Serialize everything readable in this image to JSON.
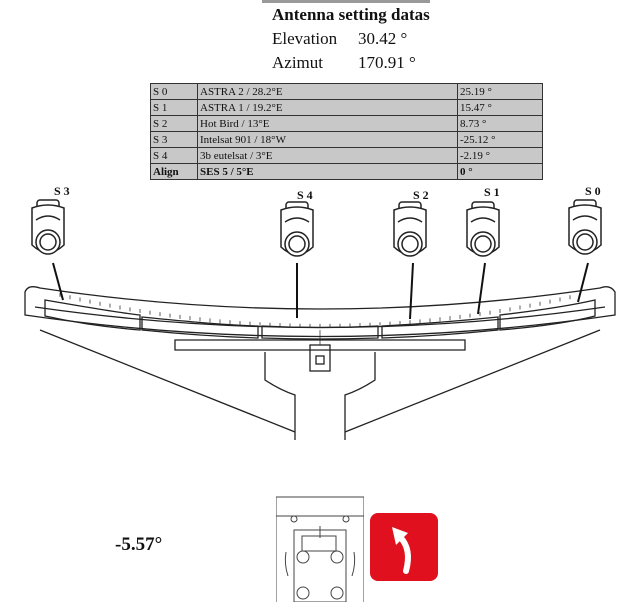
{
  "header": {
    "title": "Antenna setting datas"
  },
  "settings": [
    {
      "label": "Elevation",
      "value": "30.42 °"
    },
    {
      "label": "Azimut",
      "value": "170.91 °"
    }
  ],
  "satellites": [
    {
      "slot": "S 0",
      "name": "ASTRA 2 / 28.2°E",
      "angle": "25.19 °"
    },
    {
      "slot": "S 1",
      "name": "ASTRA 1 / 19.2°E",
      "angle": "15.47 °"
    },
    {
      "slot": "S 2",
      "name": "Hot Bird / 13°E",
      "angle": "8.73 °"
    },
    {
      "slot": "S 3",
      "name": "Intelsat 901 / 18°W",
      "angle": "-25.12 °"
    },
    {
      "slot": "S 4",
      "name": "3b eutelsat / 3°E",
      "angle": "-2.19 °"
    },
    {
      "slot": "Align",
      "name": "SES 5 / 5°E",
      "angle": "0 °"
    }
  ],
  "diagram_labels": {
    "s3": "S 3",
    "s4": "S 4",
    "s2": "S 2",
    "s1": "S 1",
    "s0": "S 0"
  },
  "skew": {
    "value": "-5.57°",
    "icon": "rotate-counterclockwise-icon",
    "color": "#e0101f"
  }
}
